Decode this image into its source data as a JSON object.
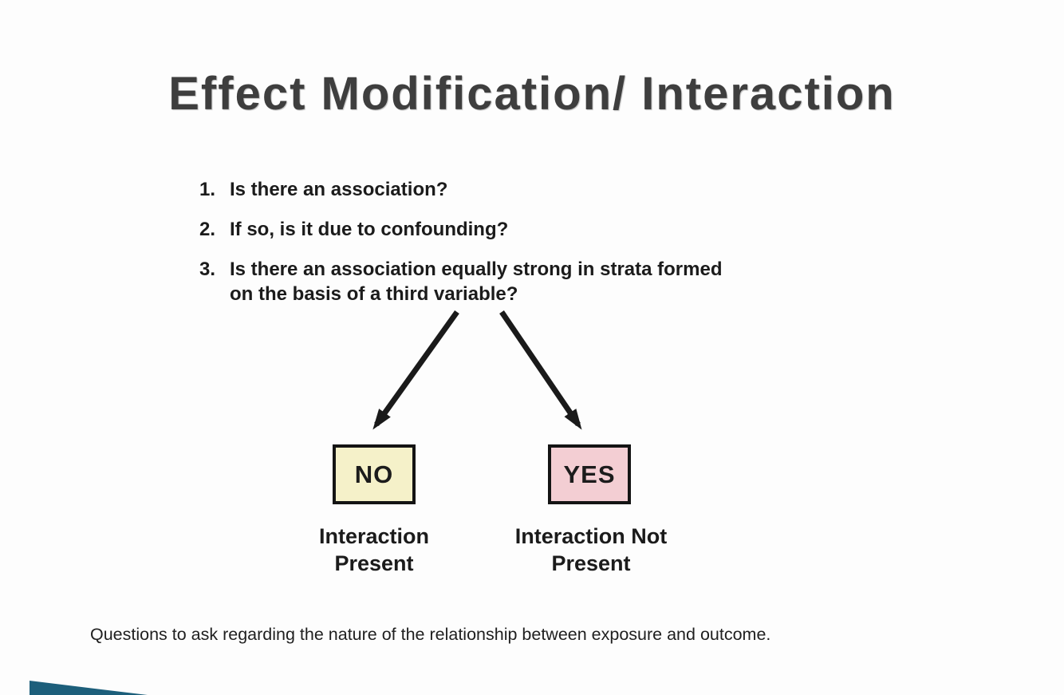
{
  "slide": {
    "title": "Effect Modification/ Interaction",
    "questions": [
      {
        "number": "1.",
        "text": "Is there an association?"
      },
      {
        "number": "2.",
        "text": "If so, is it due to confounding?"
      },
      {
        "number": "3.",
        "text": "Is there an association equally strong in strata formed on the basis of a third variable?"
      }
    ],
    "decision": {
      "no": {
        "answer": "NO",
        "result": "Interaction Present",
        "box_color": "#f5f1c9"
      },
      "yes": {
        "answer": "YES",
        "result": "Interaction Not Present",
        "box_color": "#f3ced3"
      }
    },
    "caption": "Questions to ask regarding the nature of the relationship between exposure and outcome.",
    "colors": {
      "title_text": "#3e3e3e",
      "body_text": "#1b1b1b",
      "arrow": "#1a1a1a",
      "box_border": "#141414",
      "corner_triangle": "#1d5f7b"
    }
  }
}
